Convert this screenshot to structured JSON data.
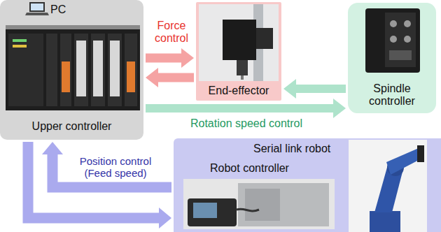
{
  "diagram": {
    "nodes": [
      {
        "text": [
          "PC",
          "Upper controller"
        ]
      },
      {
        "text": [
          "End-effector"
        ]
      },
      {
        "text": [
          "Spindle controller"
        ]
      },
      {
        "text": [
          "Serial link robot",
          "Robot controller"
        ]
      }
    ],
    "edges": [
      {
        "from": 0,
        "to": 1,
        "arrow": "to",
        "label": "Force control"
      },
      {
        "from": 1,
        "to": 0,
        "arrow": "to"
      },
      {
        "from": 2,
        "to": 1,
        "arrow": "to"
      },
      {
        "from": 0,
        "to": 2,
        "arrow": "to",
        "label": "Rotation speed control"
      },
      {
        "from": 3,
        "to": 0,
        "arrow": "to",
        "label": "Position control (Feed speed)"
      },
      {
        "from": 0,
        "to": 3,
        "arrow": "to"
      }
    ]
  }
}
